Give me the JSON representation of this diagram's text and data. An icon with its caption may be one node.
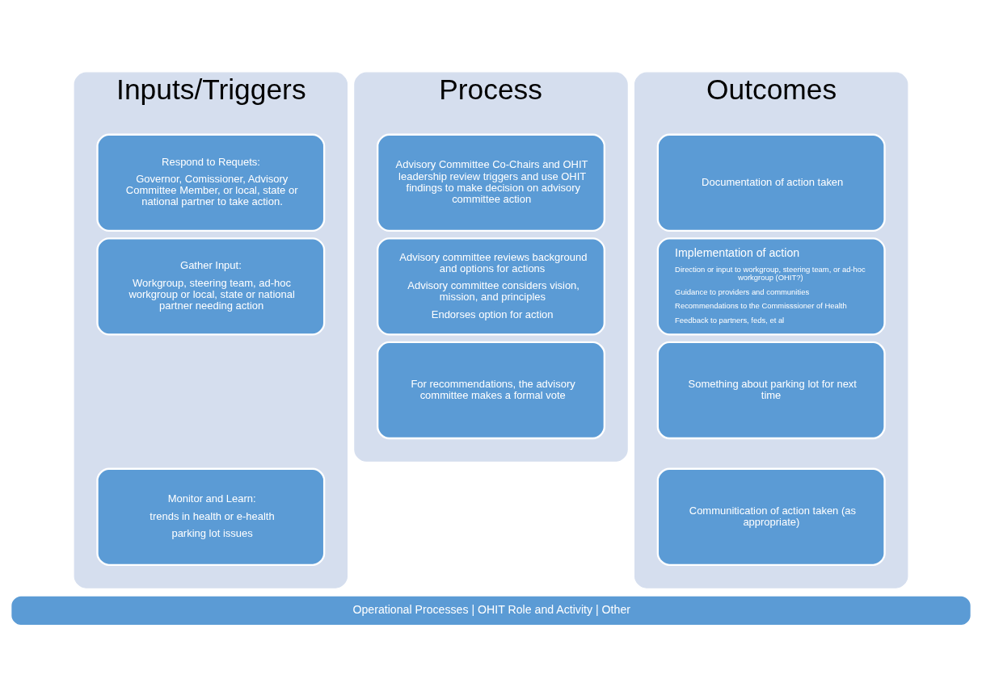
{
  "diagram": {
    "nodes": [
      {
        "text": [
          "Inputs/Triggers"
        ]
      },
      {
        "text": [
          "Respond to Requets:",
          "Governor, Comissioner, Advisory Committee Member, or local, state or national partner to take action."
        ],
        "in": 0
      },
      {
        "text": [
          "Gather Input:",
          "Workgroup, steering team, ad-hoc workgroup or local, state or national partner needing action"
        ],
        "in": 0
      },
      {
        "text": [
          "Monitor and Learn:",
          "trends in health or e-health",
          "parking lot issues"
        ],
        "in": 0
      },
      {
        "text": [
          "Process"
        ]
      },
      {
        "text": [
          "Advisory Committee Co-Chairs and OHIT leadership review triggers and use OHIT findings to make decision on advisory committee action"
        ],
        "in": 4
      },
      {
        "text": [
          "Advisory committee reviews background and options for actions",
          "Advisory committee considers vision, mission, and principles",
          "Endorses option for action"
        ],
        "in": 4
      },
      {
        "text": [
          "For recommendations, the advisory committee makes a formal vote"
        ],
        "in": 4
      },
      {
        "text": [
          "Outcomes"
        ]
      },
      {
        "text": [
          "Documentation of action taken"
        ],
        "in": 8
      },
      {
        "text": [
          "Implementation of action",
          "Direction or input to workgroup, steering team, or ad-hoc workgroup (OHIT?)",
          "Guidance to providers and communities",
          "Recommendations to the Commisssioner of Health",
          "Feedback to partners, feds, et al"
        ],
        "in": 8
      },
      {
        "text": [
          "Something about parking lot for next time"
        ],
        "in": 8
      },
      {
        "text": [
          "Communitication of action taken (as appropriate)"
        ],
        "in": 8
      },
      {
        "text": [
          "Operational Processes | OHIT Role and Activity | Other"
        ]
      }
    ]
  }
}
